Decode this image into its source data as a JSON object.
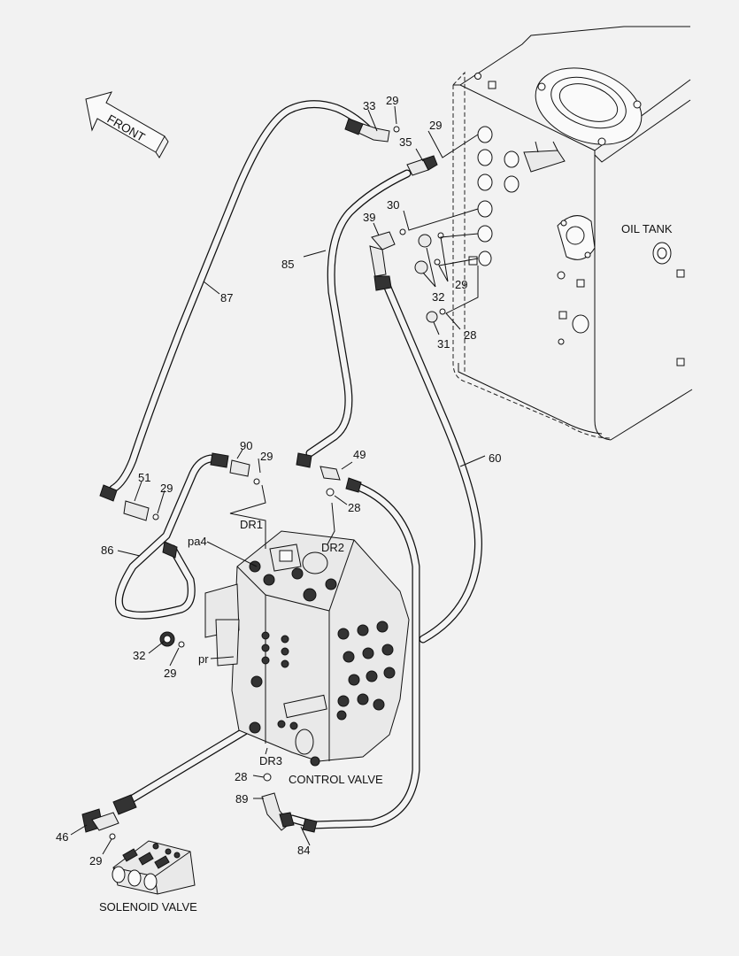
{
  "diagram": {
    "front_arrow_label": "FRONT",
    "labels": {
      "oil_tank": "OIL TANK",
      "control_valve": "CONTROL VALVE",
      "solenoid_valve": "SOLENOID VALVE",
      "dr1": "DR1",
      "dr2": "DR2",
      "dr3": "DR3",
      "pa4": "pa4",
      "pr": "pr"
    },
    "callouts": {
      "c33": "33",
      "c29_top": "29",
      "c29_b": "29",
      "c35": "35",
      "c30": "30",
      "c39": "39",
      "c32_tank": "32",
      "c29_tank": "29",
      "c31": "31",
      "c28_tank": "28",
      "c85": "85",
      "c87": "87",
      "c90": "90",
      "c29_90": "29",
      "c49": "49",
      "c28_49": "28",
      "c60": "60",
      "c51": "51",
      "c29_51": "29",
      "c86": "86",
      "c32_left": "32",
      "c29_left": "29",
      "c28_dr3": "28",
      "c89": "89",
      "c84": "84",
      "c46": "46",
      "c29_sol": "29"
    }
  }
}
